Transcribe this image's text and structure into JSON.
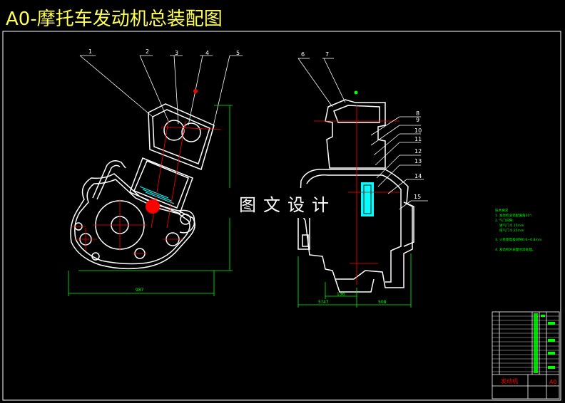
{
  "title": "A0-摩托车发动机总装配图",
  "watermark": "图文设计",
  "callouts": [
    "1",
    "2",
    "3",
    "4",
    "5",
    "6",
    "7",
    "8",
    "9",
    "10",
    "11",
    "12",
    "13",
    "14",
    "15"
  ],
  "dimensions": {
    "left_width": "987",
    "right_a": "136",
    "right_b": "5?47",
    "right_c": "508"
  },
  "tech_notes": [
    "技术要求",
    "1. 发动机总装配偏角30°;",
    "2. 气门间隙:",
    "进气门 0.15mm",
    "排气门 0.25mm",
    "3. 火花塞电极间隙0.6~0.8mm",
    "4. 发动机外表面喷漆处理。"
  ],
  "title_block": {
    "name_cell": "发动机",
    "size_cell": "A0"
  },
  "colors": {
    "drawing": "#ffffff",
    "leader": "#ff0000",
    "dimension": "#00ff00",
    "title": "#ffff55",
    "accent": "#00ffff"
  }
}
